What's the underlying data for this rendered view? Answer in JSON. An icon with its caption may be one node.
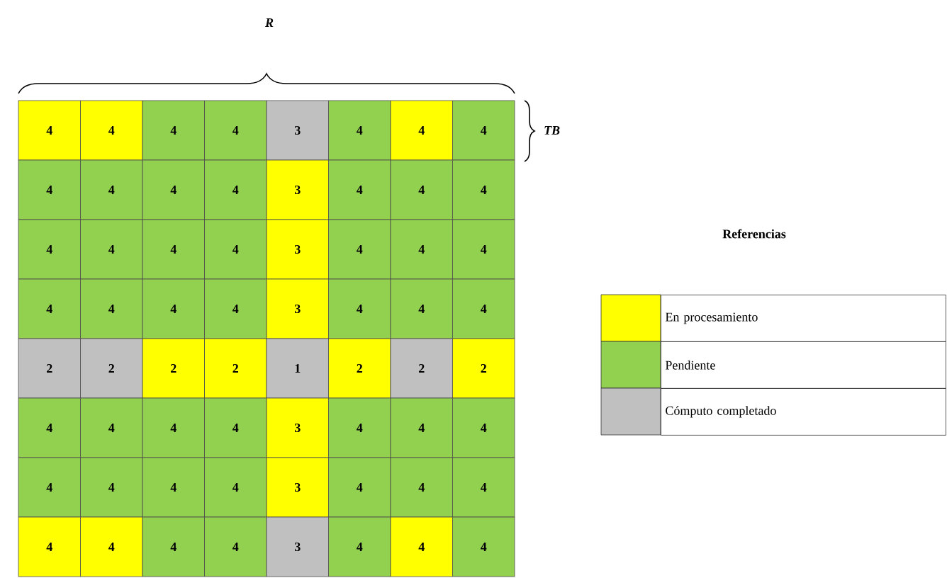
{
  "diagram": {
    "labels": [
      "R",
      "4",
      "4",
      "4",
      "4",
      "3",
      "4",
      "4",
      "4",
      "TB",
      "4",
      "4",
      "4",
      "4",
      "3",
      "4",
      "4",
      "4",
      "4",
      "4",
      "4",
      "4",
      "3",
      "4",
      "4",
      "4",
      "4",
      "4",
      "4",
      "4",
      "3",
      "4",
      "4",
      "4",
      "2",
      "2",
      "2",
      "2",
      "1",
      "2",
      "2",
      "2",
      "4",
      "4",
      "4",
      "4",
      "3",
      "4",
      "4",
      "4",
      "4",
      "4",
      "4",
      "4",
      "3",
      "4",
      "4",
      "4",
      "4",
      "4",
      "4",
      "4",
      "3",
      "4",
      "4",
      "4",
      "Referencias"
    ],
    "legend": [
      {
        "text": "En procesamiento",
        "color": "#ffff00"
      },
      {
        "text": "Pendiente",
        "color": "#92d050"
      },
      {
        "text": "Cómputo completado",
        "color": "#c0c0c0"
      }
    ]
  }
}
